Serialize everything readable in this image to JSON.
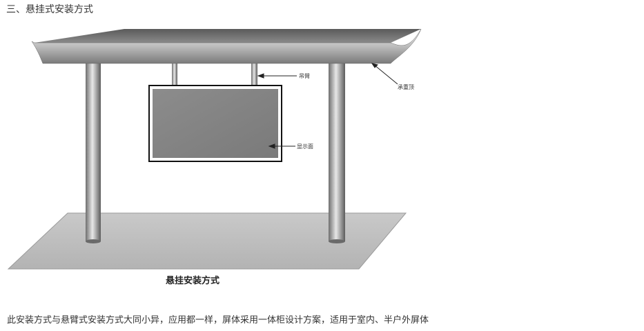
{
  "section_heading": "三、悬挂式安装方式",
  "figure": {
    "labels": {
      "hanger_rod": "吊臂",
      "load_roof": "承重顶",
      "display_screen": "显示面"
    },
    "caption": "悬挂安装方式"
  },
  "description": "此安装方式与悬臂式安装方式大同小异，应用都一样，屏体采用一体柜设计方案，适用于室内、半户外屏体"
}
